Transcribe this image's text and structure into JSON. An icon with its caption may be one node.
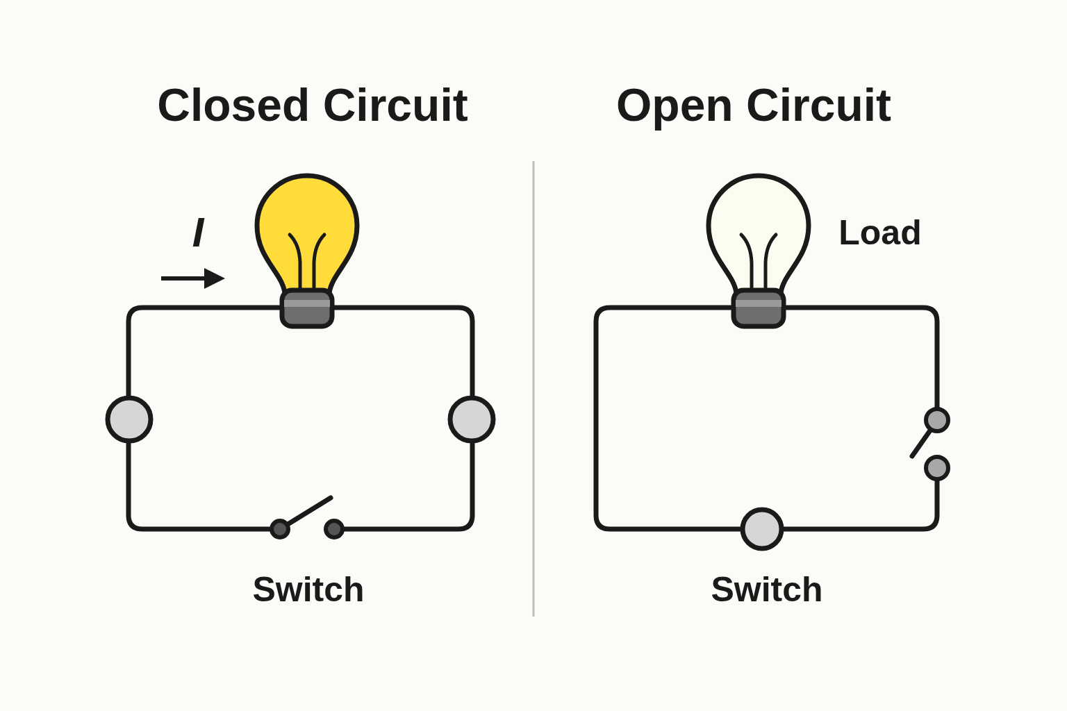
{
  "diagram": {
    "labels": [
      "Closed Circuit",
      "Open Circuit",
      "I",
      "Load",
      "Switch",
      "Switch"
    ]
  }
}
